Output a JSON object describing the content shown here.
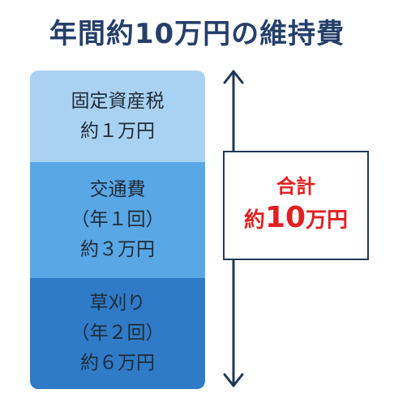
{
  "title": "年間約10万円の維持費",
  "segments": [
    {
      "lines": [
        "固定資産税",
        "約１万円"
      ]
    },
    {
      "lines": [
        "交通費",
        "（年１回）",
        "約３万円"
      ]
    },
    {
      "lines": [
        "草刈り",
        "（年２回）",
        "約６万円"
      ]
    }
  ],
  "total": {
    "label": "合計",
    "prefix": "約",
    "amount": "10",
    "suffix": "万円"
  },
  "colors": {
    "title": "#253f6a",
    "segment_light": "#a9d2f2",
    "segment_mid": "#5aa7e6",
    "segment_dark": "#2f7bc8",
    "total_text": "#e02020",
    "arrow": "#1f3656"
  },
  "icons": {
    "arrow": "double-headed-vertical-arrow-icon"
  }
}
